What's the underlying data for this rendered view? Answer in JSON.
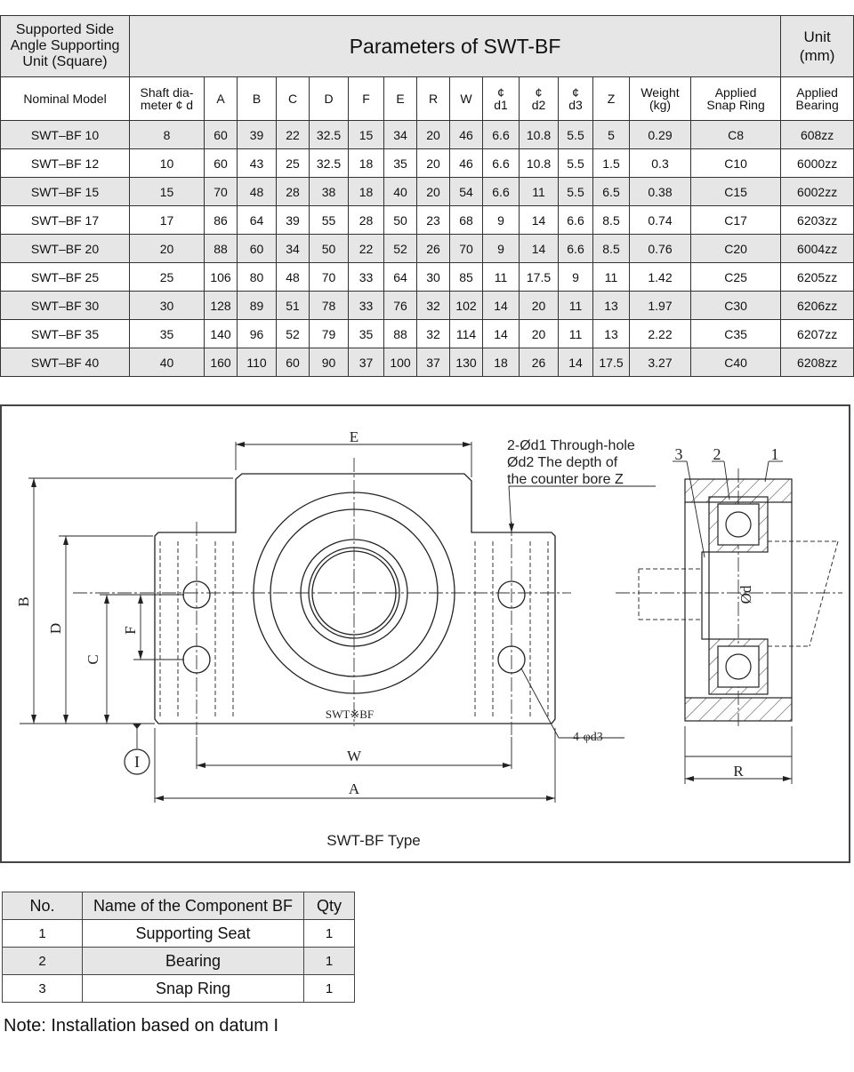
{
  "param_table": {
    "corner_lines": [
      "Supported Side",
      "Angle Supporting",
      "Unit (Square)"
    ],
    "title": "Parameters of  SWT-BF",
    "unit_lines": [
      "Unit",
      "(mm)"
    ],
    "columns": [
      [
        "Nominal Model"
      ],
      [
        "Shaft dia-",
        "meter ¢ d"
      ],
      [
        "A"
      ],
      [
        "B"
      ],
      [
        "C"
      ],
      [
        "D"
      ],
      [
        "F"
      ],
      [
        "E"
      ],
      [
        "R"
      ],
      [
        "W"
      ],
      [
        "¢",
        "d1"
      ],
      [
        "¢",
        "d2"
      ],
      [
        "¢",
        "d3"
      ],
      [
        "Z"
      ],
      [
        "Weight",
        "(kg)"
      ],
      [
        "Applied",
        "Snap Ring"
      ],
      [
        "Applied",
        "Bearing"
      ]
    ],
    "rows": [
      [
        "SWT–BF 10",
        "8",
        "60",
        "39",
        "22",
        "32.5",
        "15",
        "34",
        "20",
        "46",
        "6.6",
        "10.8",
        "5.5",
        "5",
        "0.29",
        "C8",
        "608zz"
      ],
      [
        "SWT–BF 12",
        "10",
        "60",
        "43",
        "25",
        "32.5",
        "18",
        "35",
        "20",
        "46",
        "6.6",
        "10.8",
        "5.5",
        "1.5",
        "0.3",
        "C10",
        "6000zz"
      ],
      [
        "SWT–BF 15",
        "15",
        "70",
        "48",
        "28",
        "38",
        "18",
        "40",
        "20",
        "54",
        "6.6",
        "11",
        "5.5",
        "6.5",
        "0.38",
        "C15",
        "6002zz"
      ],
      [
        "SWT–BF 17",
        "17",
        "86",
        "64",
        "39",
        "55",
        "28",
        "50",
        "23",
        "68",
        "9",
        "14",
        "6.6",
        "8.5",
        "0.74",
        "C17",
        "6203zz"
      ],
      [
        "SWT–BF 20",
        "20",
        "88",
        "60",
        "34",
        "50",
        "22",
        "52",
        "26",
        "70",
        "9",
        "14",
        "6.6",
        "8.5",
        "0.76",
        "C20",
        "6004zz"
      ],
      [
        "SWT–BF 25",
        "25",
        "106",
        "80",
        "48",
        "70",
        "33",
        "64",
        "30",
        "85",
        "11",
        "17.5",
        "9",
        "11",
        "1.42",
        "C25",
        "6205zz"
      ],
      [
        "SWT–BF 30",
        "30",
        "128",
        "89",
        "51",
        "78",
        "33",
        "76",
        "32",
        "102",
        "14",
        "20",
        "11",
        "13",
        "1.97",
        "C30",
        "6206zz"
      ],
      [
        "SWT–BF 35",
        "35",
        "140",
        "96",
        "52",
        "79",
        "35",
        "88",
        "32",
        "114",
        "14",
        "20",
        "11",
        "13",
        "2.22",
        "C35",
        "6207zz"
      ],
      [
        "SWT–BF 40",
        "40",
        "160",
        "110",
        "60",
        "90",
        "37",
        "100",
        "37",
        "130",
        "18",
        "26",
        "14",
        "17.5",
        "3.27",
        "C40",
        "6208zz"
      ]
    ]
  },
  "drawing": {
    "caption": "SWT-BF Type",
    "note_lines": [
      "2-Ød1 Through-hole",
      "Ød2 The depth of",
      "the counter bore Z"
    ],
    "dim_labels": {
      "E": "E",
      "B": "B",
      "D": "D",
      "F": "F",
      "C": "C",
      "W": "W",
      "A": "A",
      "R": "R",
      "d": "Ød",
      "d3": "4-φd3",
      "datum": "I",
      "mark": "SWT※BF"
    },
    "callouts": [
      "3",
      "2",
      "1"
    ]
  },
  "component_table": {
    "headers": [
      "No.",
      "Name of the Component BF",
      "Qty"
    ],
    "rows": [
      [
        "1",
        "Supporting Seat",
        "1"
      ],
      [
        "2",
        "Bearing",
        "1"
      ],
      [
        "3",
        "Snap Ring",
        "1"
      ]
    ]
  },
  "note": "Note: Installation based on datum I"
}
